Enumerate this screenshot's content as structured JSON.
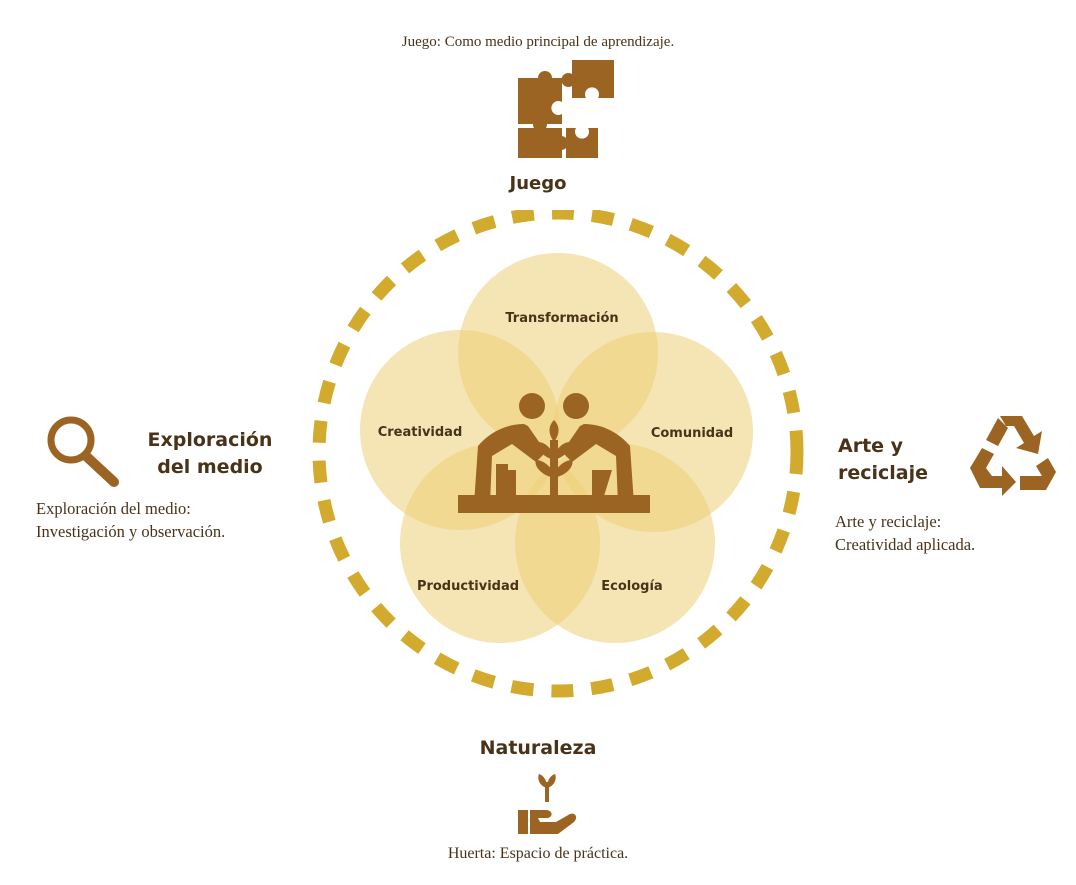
{
  "colors": {
    "brown": "#9c6423",
    "gold_dashes": "#d2aa2d",
    "petal_fill": "#eccf77",
    "text": "#4a3219"
  },
  "top": {
    "description": "Juego: Como medio principal de aprendizaje.",
    "icon": "puzzle-icon",
    "title": "Juego"
  },
  "left": {
    "icon": "magnifier-icon",
    "title_line1": "Exploración",
    "title_line2": "del medio",
    "desc_line1": "Exploración del medio:",
    "desc_line2": "Investigación y observación."
  },
  "right": {
    "icon": "recycle-icon",
    "title_line1": "Arte y",
    "title_line2": "reciclaje",
    "desc_line1": "Arte y reciclaje:",
    "desc_line2": "Creatividad aplicada."
  },
  "bottom": {
    "title": "Naturaleza",
    "icon": "hand-plant-icon",
    "description": "Huerta: Espacio de práctica."
  },
  "center": {
    "icon": "people-planting-icon",
    "petals": {
      "top": "Transformación",
      "left": "Creatividad",
      "right": "Comunidad",
      "bottom_left": "Productividad",
      "bottom_right": "Ecología"
    }
  }
}
